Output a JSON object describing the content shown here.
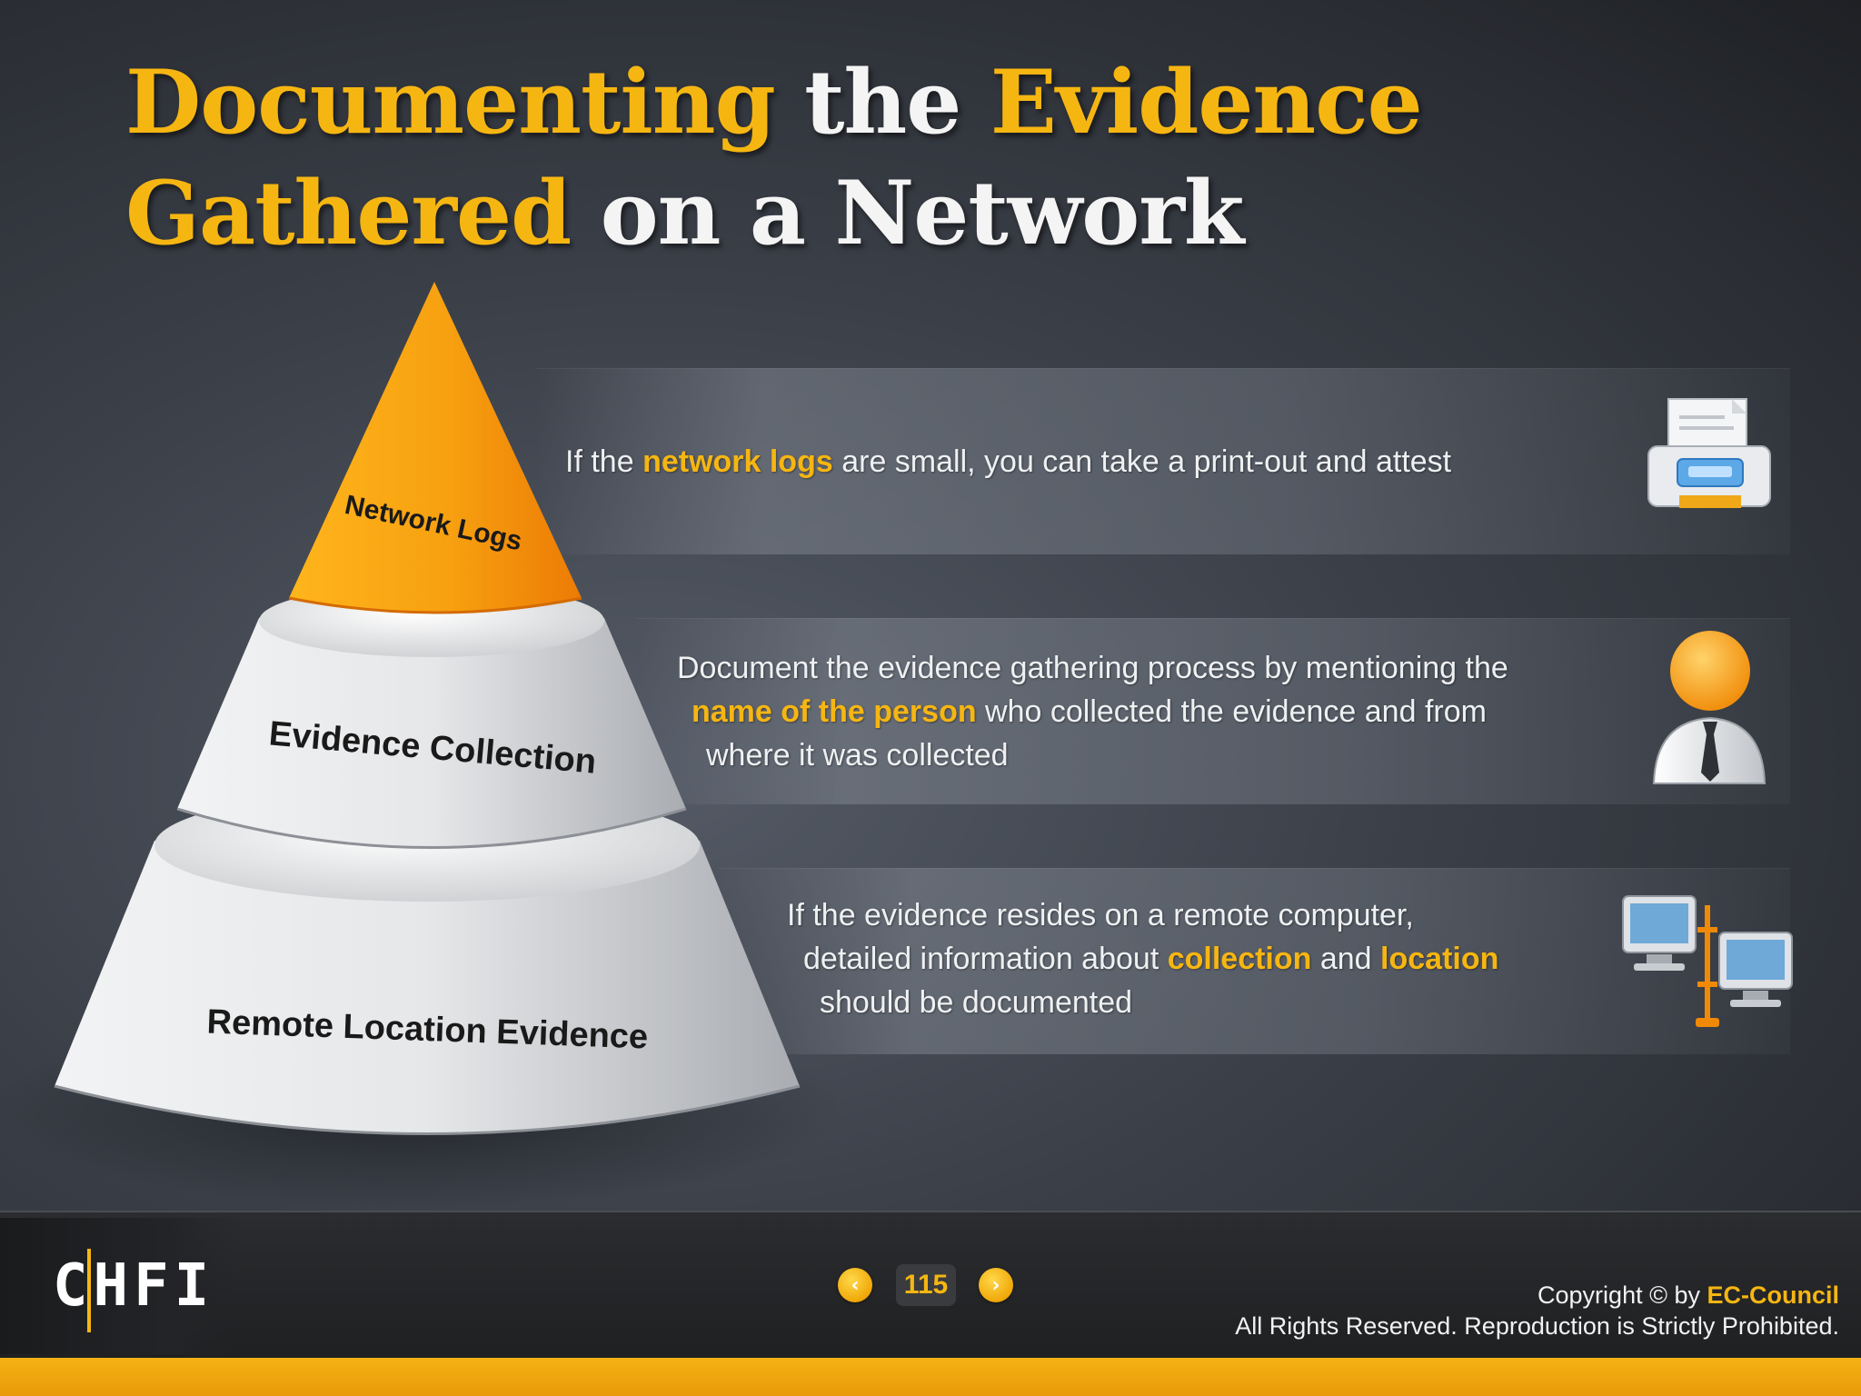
{
  "title": {
    "line1": [
      {
        "text": "Documenting",
        "hl": true
      },
      {
        "text": " the ",
        "hl": false
      },
      {
        "text": "Evidence",
        "hl": true
      }
    ],
    "line2": [
      {
        "text": "Gathered",
        "hl": true
      },
      {
        "text": " on a Network",
        "hl": false
      }
    ]
  },
  "pyramid": {
    "tiers": [
      {
        "label": "Network Logs"
      },
      {
        "label": "Evidence Collection"
      },
      {
        "label": "Remote Location Evidence"
      }
    ]
  },
  "bands": [
    {
      "icon": "printer-icon",
      "lines": [
        [
          {
            "t": "If the ",
            "h": false
          },
          {
            "t": "network logs",
            "h": true
          },
          {
            "t": " are small, you can take a print-out and attest",
            "h": false
          }
        ]
      ]
    },
    {
      "icon": "person-icon",
      "lines": [
        [
          {
            "t": "Document the evidence gathering process by mentioning the",
            "h": false
          }
        ],
        [
          {
            "t": "name of the person",
            "h": true
          },
          {
            "t": " who collected the evidence and from",
            "h": false
          }
        ],
        [
          {
            "t": "where it was collected",
            "h": false
          }
        ]
      ]
    },
    {
      "icon": "networked-computers-icon",
      "lines": [
        [
          {
            "t": "If the evidence resides on a remote computer,",
            "h": false
          }
        ],
        [
          {
            "t": "detailed information about ",
            "h": false
          },
          {
            "t": "collection",
            "h": true
          },
          {
            "t": " and ",
            "h": false
          },
          {
            "t": "location",
            "h": true
          }
        ],
        [
          {
            "t": "should be documented",
            "h": false
          }
        ]
      ]
    }
  ],
  "footer": {
    "logo": "CHFI",
    "page_number": "115",
    "prev_symbol": "‹",
    "next_symbol": "›",
    "copyright_prefix": "Copyright © by ",
    "copyright_brand": "EC-Council",
    "rights": "All Rights Reserved. Reproduction is Strictly Prohibited."
  },
  "colors": {
    "accent": "#f6b612",
    "cone_orange": "#f59a0c",
    "tier_white": "#e9eaec"
  }
}
